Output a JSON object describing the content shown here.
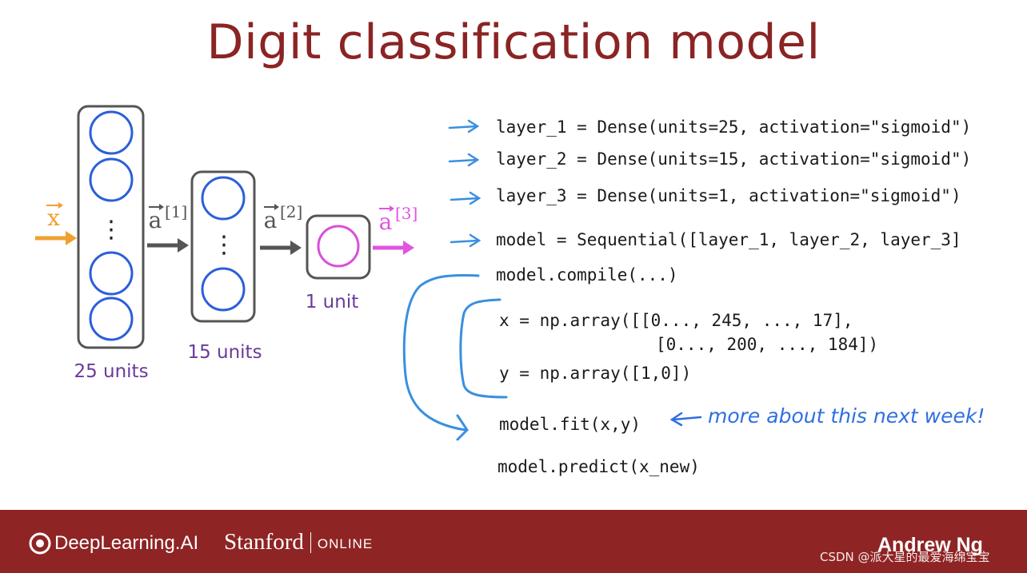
{
  "title": "Digit classification model",
  "network": {
    "input_label": "x",
    "layers": [
      {
        "units_label": "25 units",
        "output_label": "a",
        "output_superscript": "[1]"
      },
      {
        "units_label": "15 units",
        "output_label": "a",
        "output_superscript": "[2]"
      },
      {
        "units_label": "1 unit",
        "output_label": "a",
        "output_superscript": "[3]"
      }
    ],
    "ellipsis": "⋮"
  },
  "code": {
    "layer_1": "layer_1 = Dense(units=25, activation=\"sigmoid\")",
    "layer_2": "layer_2 = Dense(units=15, activation=\"sigmoid\")",
    "layer_3": "layer_3 = Dense(units=1, activation=\"sigmoid\")",
    "model": "model = Sequential([layer_1, layer_2, layer_3]",
    "compile": "model.compile(...)",
    "x_line_1": "x = np.array([[0..., 245, ..., 17],",
    "x_line_2": "[0..., 200, ..., 184])",
    "y_line": "y = np.array([1,0])",
    "fit": "model.fit(x,y)",
    "predict": "model.predict(x_new)"
  },
  "annotation": {
    "note": "more about this next week!"
  },
  "footer": {
    "brand_deeplearning": "DeepLearning.AI",
    "brand_stanford": "Stanford",
    "brand_online": "ONLINE",
    "presenter": "Andrew Ng",
    "watermark": "CSDN @派大星的最爱海绵宝宝"
  },
  "colors": {
    "title": "#8b2424",
    "neuron": "#2b5fd9",
    "output_neuron": "#d94fd9",
    "input_arrow": "#f0a030",
    "hidden_arrow": "#555555",
    "output_arrow": "#e055e0",
    "units_label": "#6a3a9a",
    "annotation": "#2f6fe0",
    "footer": "#8f2424"
  }
}
